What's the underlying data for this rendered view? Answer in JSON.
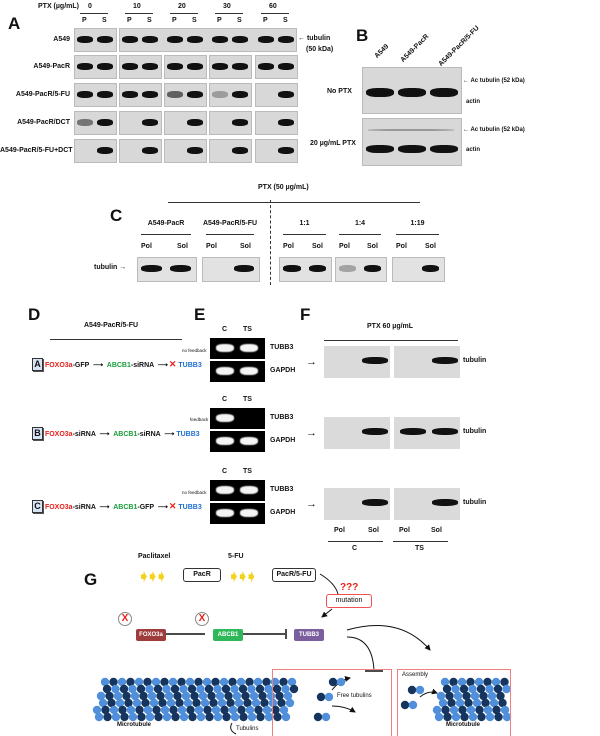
{
  "panel_a": {
    "letter": "A",
    "ptx_label": "PTX (µg/mL)",
    "doses": [
      "0",
      "10",
      "20",
      "30",
      "60"
    ],
    "lane_labels": [
      "P",
      "S"
    ],
    "rows": [
      "A549",
      "A549-PacR",
      "A549-PacR/5-FU",
      "A549-PacR/DCT",
      "A549-PacR/5-FU+DCT"
    ],
    "marker": "← tubulin",
    "marker_size": "(50 kDa)"
  },
  "panel_b": {
    "letter": "B",
    "columns": [
      "A549",
      "A549-PacR",
      "A549-PacR/5-FU"
    ],
    "conditions": [
      "No PTX",
      "20 µg/mL PTX"
    ],
    "ac_label": "← Ac tubulin (52 kDa)",
    "actin_label": "actin"
  },
  "panel_c": {
    "letter": "C",
    "title": "PTX (50 µg/mL)",
    "groups": [
      "A549-PacR",
      "A549-PacR/5-FU",
      "1:1",
      "1:4",
      "1:19"
    ],
    "lanes": [
      "Pol",
      "Sol"
    ],
    "row_label": "tubulin →"
  },
  "panel_d": {
    "letter": "D",
    "title": "A549-PacR/5-FU",
    "rows": [
      {
        "box": "A",
        "g1": "FOXO3a",
        "s1": "-GFP",
        "g2": "ABCB1",
        "s2": "-siRNA",
        "note": "no feedback",
        "target": "TUBB3",
        "blocked": true
      },
      {
        "box": "B",
        "g1": "FOXO3a",
        "s1": "-siRNA",
        "g2": "ABCB1",
        "s2": "-siRNA",
        "note": "feedback",
        "target": "TUBB3",
        "blocked": false
      },
      {
        "box": "C",
        "g1": "FOXO3a",
        "s1": "-siRNA",
        "g2": "ABCB1",
        "s2": "-GFP",
        "note": "no feedback",
        "target": "TUBB3",
        "blocked": true
      }
    ]
  },
  "panel_e": {
    "letter": "E",
    "lanes": [
      "C",
      "TS"
    ],
    "genes": [
      "TUBB3",
      "GAPDH"
    ]
  },
  "panel_f": {
    "letter": "F",
    "title": "PTX 60 µg/mL",
    "row_label": "tubulin",
    "lanes": [
      "Pol",
      "Sol"
    ],
    "groups": [
      "C",
      "TS"
    ]
  },
  "panel_g": {
    "letter": "G",
    "paclitaxel": "Paclitaxel",
    "pacr": "PacR",
    "fu": "5-FU",
    "pacr_fu": "PacR/5-FU",
    "unknown": "???",
    "mutation": "mutation",
    "genes": [
      "FOXO3a",
      "ABCB1",
      "TUBB3"
    ],
    "x_mark": "X",
    "assembly": "Assembly",
    "free_tubulins": "Free tubulins",
    "microtubule": "Microtubule",
    "tubulins": "Tubulins",
    "colors": {
      "foxo3a": "#9e3b3b",
      "abcb1": "#2fb85a",
      "tubb3": "#7a5e9e",
      "dark": "#15345e",
      "light": "#4f8fdc"
    }
  }
}
